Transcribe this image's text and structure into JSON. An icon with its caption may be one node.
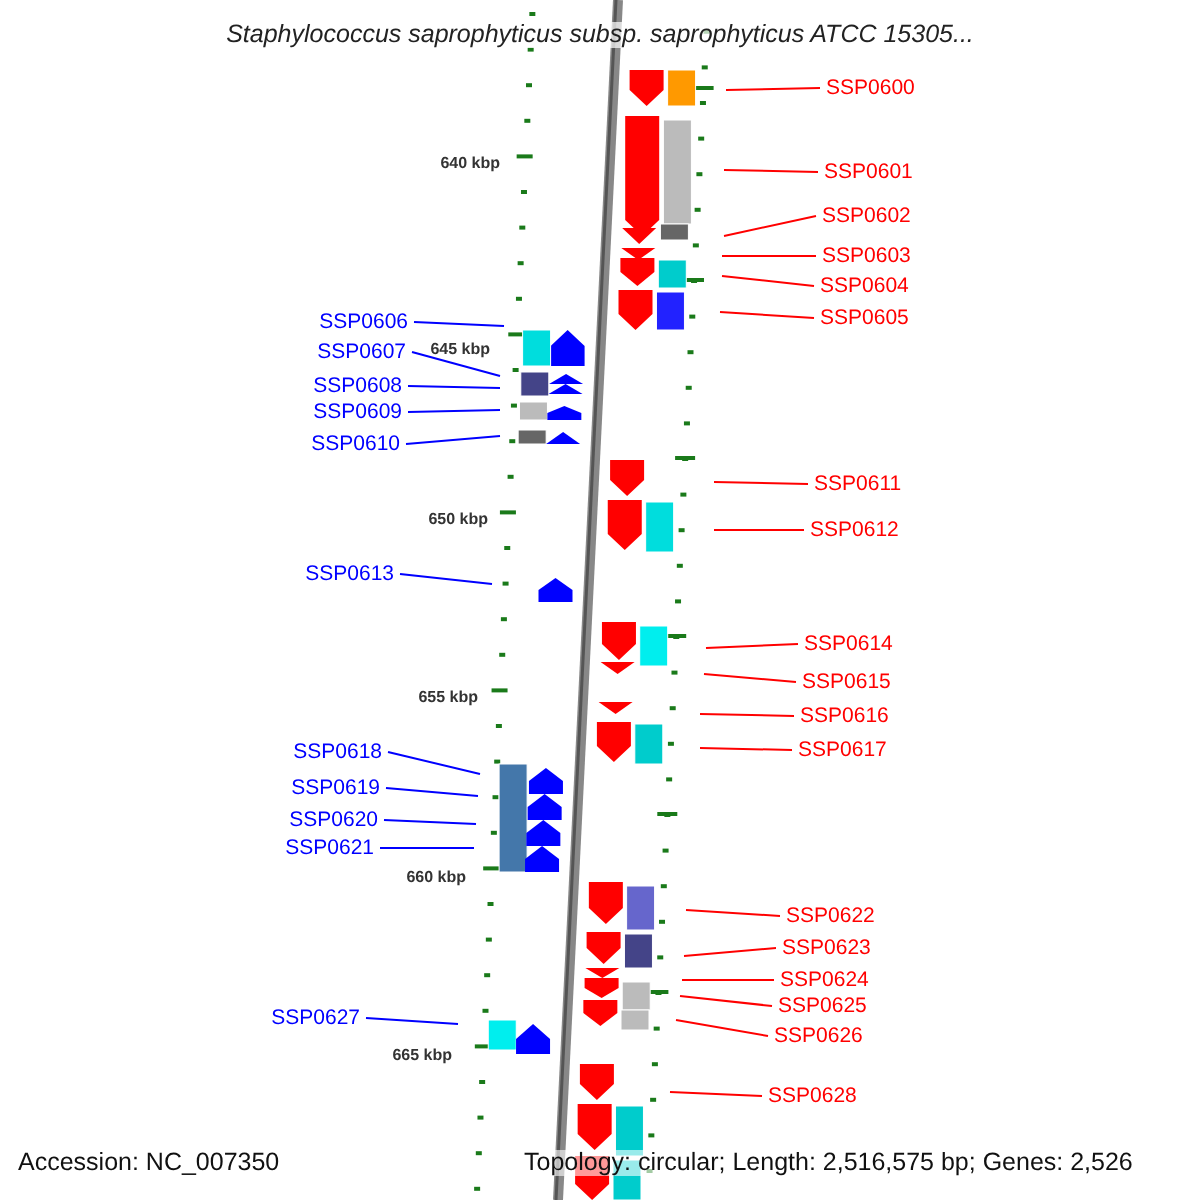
{
  "diagram": {
    "title": "Staphylococcus saprophyticus subsp. saprophyticus ATCC 15305...",
    "nodes": [
      {
        "text": [
          "SSP0600"
        ]
      },
      {
        "text": [
          "SSP0601"
        ]
      },
      {
        "text": [
          "SSP0602"
        ]
      },
      {
        "text": [
          "SSP0603"
        ]
      },
      {
        "text": [
          "SSP0604"
        ]
      },
      {
        "text": [
          "SSP0605"
        ]
      },
      {
        "text": [
          "SSP0606"
        ]
      },
      {
        "text": [
          "SSP0607"
        ]
      },
      {
        "text": [
          "SSP0608"
        ]
      },
      {
        "text": [
          "SSP0609"
        ]
      },
      {
        "text": [
          "SSP0610"
        ]
      },
      {
        "text": [
          "SSP0611"
        ]
      },
      {
        "text": [
          "SSP0612"
        ]
      },
      {
        "text": [
          "SSP0613"
        ]
      },
      {
        "text": [
          "SSP0614"
        ]
      },
      {
        "text": [
          "SSP0615"
        ]
      },
      {
        "text": [
          "SSP0616"
        ]
      },
      {
        "text": [
          "SSP0617"
        ]
      },
      {
        "text": [
          "SSP0618"
        ]
      },
      {
        "text": [
          "SSP0619"
        ]
      },
      {
        "text": [
          "SSP0620"
        ]
      },
      {
        "text": [
          "SSP0621"
        ]
      },
      {
        "text": [
          "SSP0622"
        ]
      },
      {
        "text": [
          "SSP0623"
        ]
      },
      {
        "text": [
          "SSP0624"
        ]
      },
      {
        "text": [
          "SSP0625"
        ]
      },
      {
        "text": [
          "SSP0626"
        ]
      },
      {
        "text": [
          "SSP0627"
        ]
      },
      {
        "text": [
          "SSP0628"
        ]
      }
    ],
    "edges": [
      {
        "from": 0,
        "to": null,
        "arrow": "none"
      },
      {
        "from": 1,
        "to": null,
        "arrow": "none"
      },
      {
        "from": 2,
        "to": null,
        "arrow": "none"
      },
      {
        "from": 3,
        "to": null,
        "arrow": "none"
      },
      {
        "from": 4,
        "to": null,
        "arrow": "none"
      },
      {
        "from": 5,
        "to": null,
        "arrow": "none"
      },
      {
        "from": 6,
        "to": null,
        "arrow": "none",
        "color": "#0000ff"
      },
      {
        "from": 7,
        "to": null,
        "arrow": "none",
        "color": "#0000ff"
      },
      {
        "from": 8,
        "to": null,
        "arrow": "none",
        "color": "#0000ff"
      },
      {
        "from": 9,
        "to": null,
        "arrow": "none",
        "color": "#0000ff"
      },
      {
        "from": 10,
        "to": null,
        "arrow": "none",
        "color": "#0000ff"
      },
      {
        "from": 11,
        "to": null,
        "arrow": "none"
      },
      {
        "from": 12,
        "to": null,
        "arrow": "none"
      },
      {
        "from": 13,
        "to": null,
        "arrow": "none",
        "color": "#0000ff"
      },
      {
        "from": 14,
        "to": null,
        "arrow": "none"
      },
      {
        "from": 15,
        "to": null,
        "arrow": "none"
      },
      {
        "from": 16,
        "to": null,
        "arrow": "none"
      },
      {
        "from": 17,
        "to": null,
        "arrow": "none"
      },
      {
        "from": 18,
        "to": null,
        "arrow": "none",
        "color": "#0000ff"
      },
      {
        "from": 19,
        "to": null,
        "arrow": "none",
        "color": "#0000ff"
      },
      {
        "from": 20,
        "to": null,
        "arrow": "none",
        "color": "#0000ff"
      },
      {
        "from": 21,
        "to": null,
        "arrow": "none",
        "color": "#0000ff"
      },
      {
        "from": 22,
        "to": null,
        "arrow": "none"
      },
      {
        "from": 23,
        "to": null,
        "arrow": "none"
      },
      {
        "from": 24,
        "to": null,
        "arrow": "none"
      },
      {
        "from": 25,
        "to": null,
        "arrow": "none"
      },
      {
        "from": 26,
        "to": null,
        "arrow": "none"
      },
      {
        "from": 27,
        "to": null,
        "arrow": "none",
        "color": "#0000ff"
      },
      {
        "from": 28,
        "to": null,
        "arrow": "none"
      }
    ],
    "labels": [
      "640 kbp",
      "645 kbp",
      "650 kbp",
      "655 kbp",
      "660 kbp",
      "665 kbp",
      "Accession: NC_007350",
      "Topology: circular; Length: 2,516,575 bp; Genes: 2,526"
    ]
  }
}
